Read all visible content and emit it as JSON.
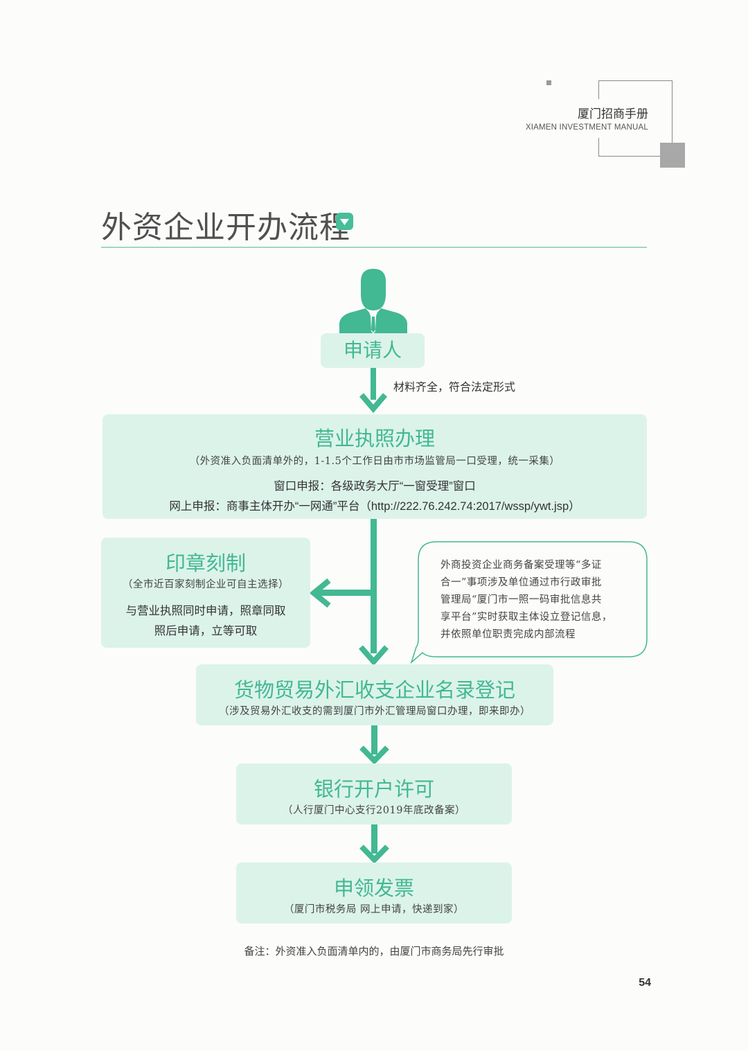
{
  "header": {
    "title_cn": "厦门招商手册",
    "title_en": "XIAMEN INVESTMENT MANUAL"
  },
  "page_title": "外资企业开办流程",
  "applicant": {
    "label": "申请人"
  },
  "arrow1_note": "材料齐全，符合法定形式",
  "business_license": {
    "title": "营业执照办理",
    "note": "（外资准入负面清单外的，1-1.5个工作日由市市场监管局一口受理，统一采集）",
    "line1": "窗口申报：各级政务大厅“一窗受理”窗口",
    "line2": "网上申报：商事主体开办“一网通”平台（http://222.76.242.74:2017/wssp/ywt.jsp）"
  },
  "seal": {
    "title": "印章刻制",
    "note": "（全市近百家刻制企业可自主选择）",
    "line1": "与营业执照同时申请，照章同取",
    "line2": "照后申请，立等可取"
  },
  "bubble": {
    "lines": [
      "外商投资企业商务备案受理等“多证",
      "合一”事项涉及单位通过市行政审批",
      "管理局“厦门市一照一码审批信息共",
      "享平台”实时获取主体设立登记信息，",
      "并依照单位职责完成内部流程"
    ]
  },
  "forex": {
    "title": "货物贸易外汇收支企业名录登记",
    "note": "（涉及贸易外汇收支的需到厦门市外汇管理局窗口办理，即来即办）"
  },
  "bank": {
    "title": "银行开户许可",
    "note": "（人行厦门中心支行2019年底改备案）"
  },
  "invoice": {
    "title": "申领发票",
    "note": "（厦门市税务局 网上申请，快递到家）"
  },
  "footnote": "备注：外资准入负面清单内的，由厦门市商务局先行审批",
  "page_number": "54",
  "colors": {
    "accent": "#42b893",
    "box_fill": "#dcf3ea",
    "rule": "#9ed6c4"
  }
}
